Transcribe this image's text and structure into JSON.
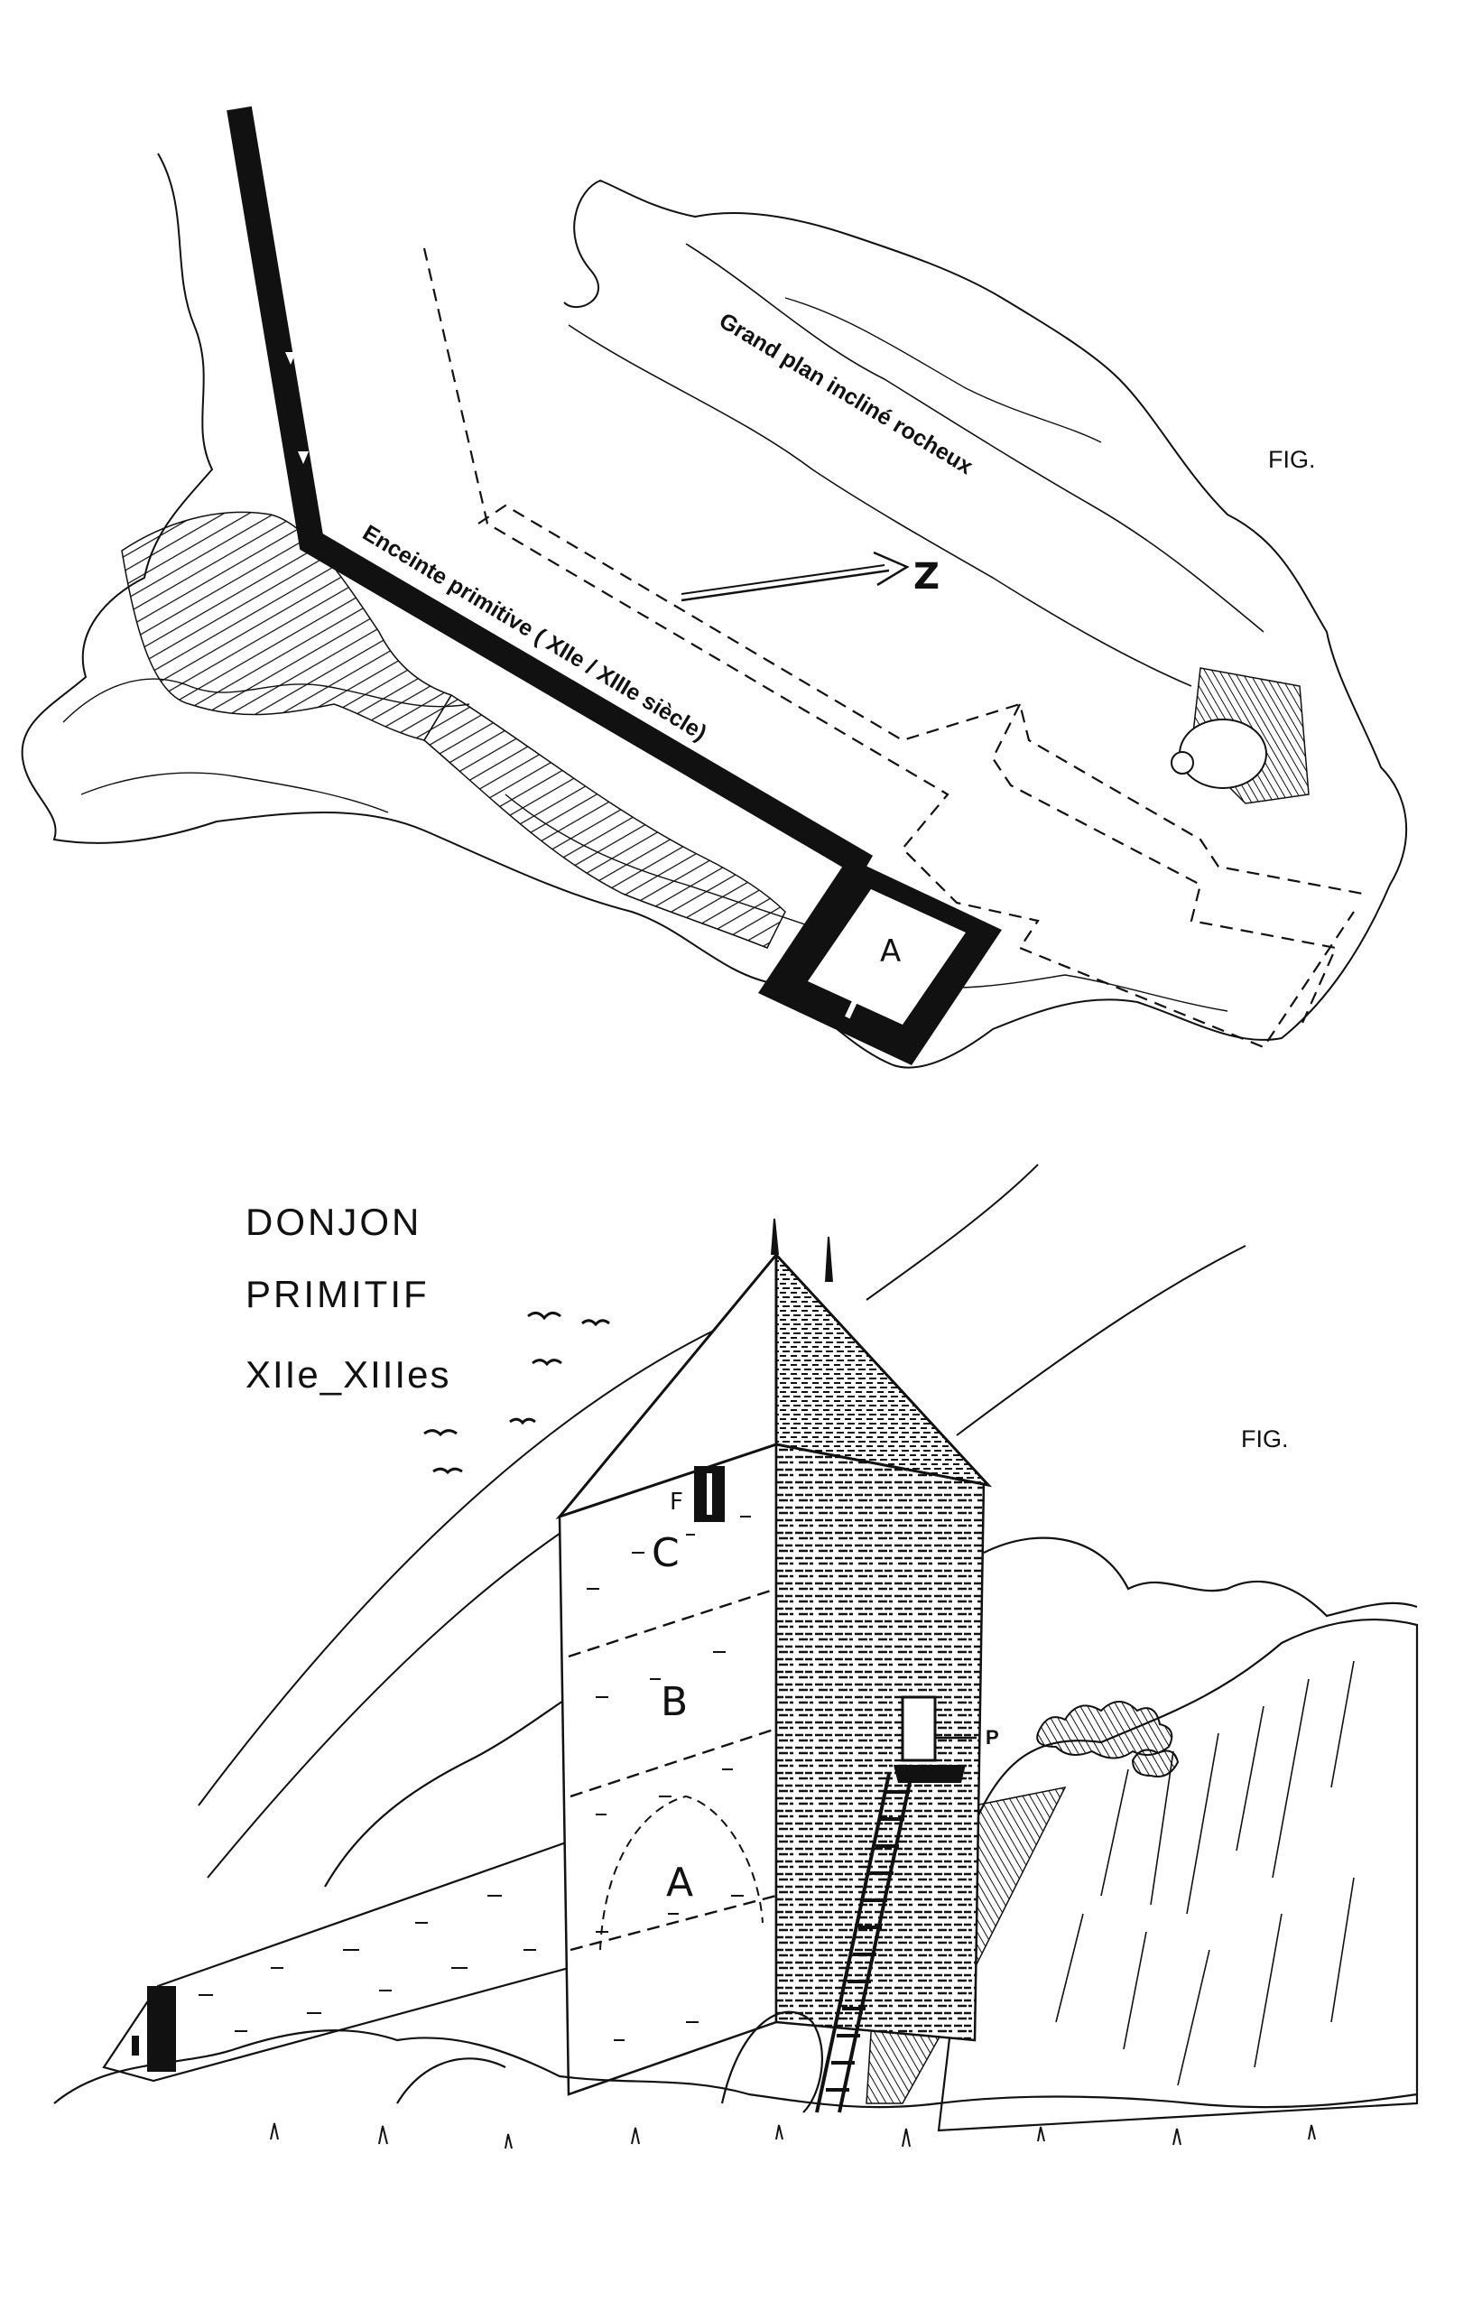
{
  "plan": {
    "fig_label": "FIG.",
    "slope_label": "Grand plan incliné rocheux",
    "wall_label": "Enceinte primitive ( XIIe / XIIIe siècle)",
    "north_label": "Z",
    "tower_label": "A"
  },
  "elevation": {
    "title_line1": "DONJON",
    "title_line2": "PRIMITIF",
    "title_line3": "XIIe_XIIIes",
    "fig_label": "FIG.",
    "level_c": "C",
    "level_b": "B",
    "level_a": "A",
    "window_label": "F",
    "door_label": "P"
  }
}
